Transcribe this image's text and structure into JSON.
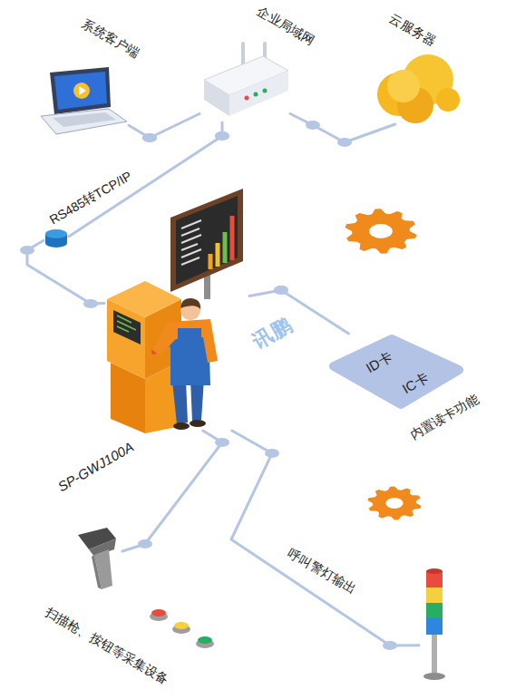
{
  "diagram": {
    "nodes": [
      {
        "text": [
          "系统客户端"
        ]
      },
      {
        "text": [
          "企业局域网"
        ]
      },
      {
        "text": [
          "云服务器"
        ]
      },
      {
        "text": [
          "RS485转TCP/IP"
        ]
      },
      {
        "text": [
          "SP-GWJ100A"
        ]
      },
      {
        "text": [
          "ID卡",
          "IC卡",
          "内置读卡功能"
        ]
      },
      {
        "text": [
          "扫描枪、按钮等采集设备"
        ]
      },
      {
        "text": [
          "呼叫警灯输出"
        ]
      }
    ],
    "edges": [
      {
        "from": 0,
        "to": 1,
        "arrow": "none"
      },
      {
        "from": 1,
        "to": 2,
        "arrow": "none"
      },
      {
        "from": 1,
        "to": 3,
        "arrow": "none"
      },
      {
        "from": 3,
        "to": 4,
        "arrow": "none"
      },
      {
        "from": 4,
        "to": 5,
        "arrow": "none"
      },
      {
        "from": 4,
        "to": 6,
        "arrow": "none"
      },
      {
        "from": 4,
        "to": 7,
        "arrow": "none"
      }
    ],
    "labels": [
      "讯鹏"
    ]
  }
}
